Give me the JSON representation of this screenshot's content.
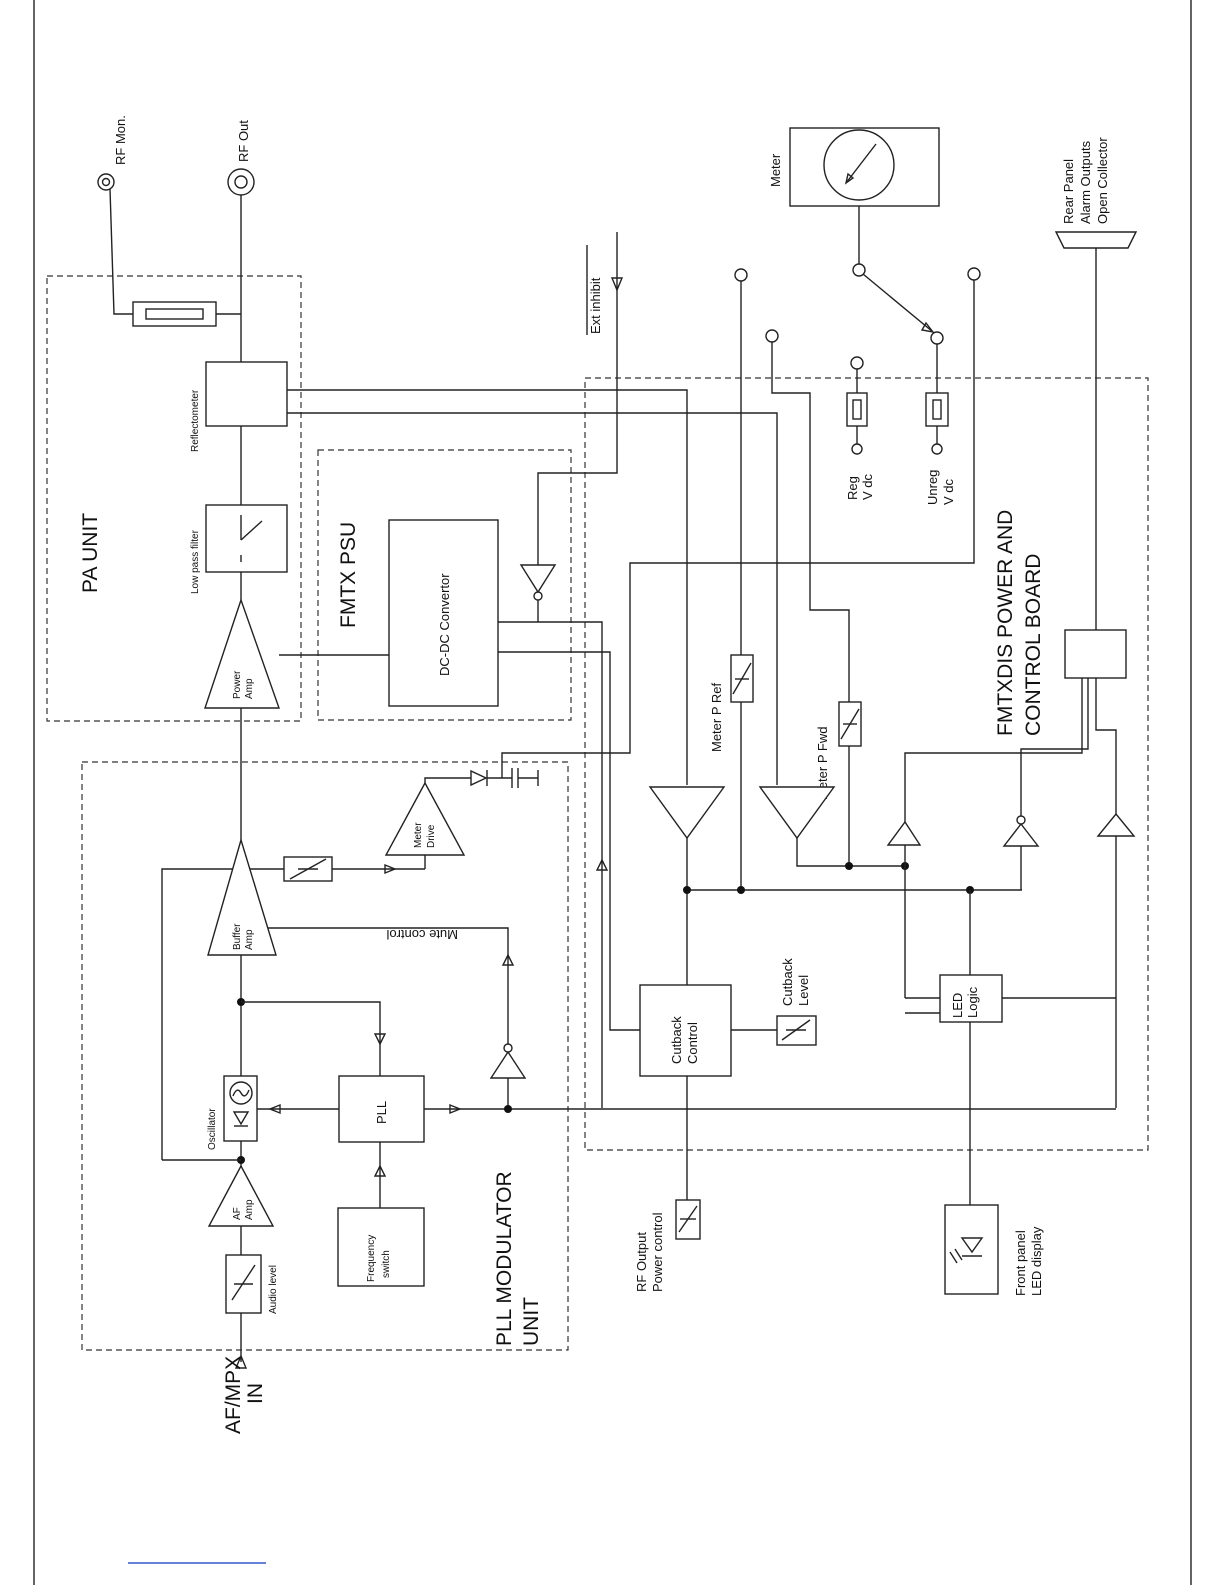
{
  "units": {
    "pa": "PA UNIT",
    "psu": "FMTX PSU",
    "pll_line1": "PLL  MODULATOR",
    "pll_line2": "UNIT",
    "ctrl_line1": "FMTXDIS POWER AND",
    "ctrl_line2": "CONTROL BOARD"
  },
  "blocks": {
    "reflectometer": "Reflectometer",
    "low_pass_filter": "Low pass filter",
    "power_amp_1": "Power",
    "power_amp_2": "Amp",
    "dcdc": "DC-DC Convertor",
    "meter_drive_1": "Meter",
    "meter_drive_2": "Drive",
    "buffer_amp_1": "Buffer",
    "buffer_amp_2": "Amp",
    "oscillator": "Oscillator",
    "pll": "PLL",
    "af_amp_1": "AF",
    "af_amp_2": "Amp",
    "frequency_switch_1": "Frequency",
    "frequency_switch_2": "switch",
    "audio_level": "Audio level",
    "cutback_control_1": "Cutback",
    "cutback_control_2": "Control",
    "cutback_level_1": "Cutback",
    "cutback_level_2": "Level",
    "led_logic_1": "LED",
    "led_logic_2": "Logic",
    "meter": "Meter",
    "meter_p_ref": "Meter P Ref",
    "meter_p_fwd": "Meter P Fwd",
    "reg_vdc_1": "Reg",
    "reg_vdc_2": "V dc",
    "unreg_vdc_1": "Unreg",
    "unreg_vdc_2": "V dc",
    "rf_output_control_1": "RF Output",
    "rf_output_control_2": "Power control",
    "front_panel_1": "Front panel",
    "front_panel_2": "LED display",
    "rear_panel_1": "Rear Panel",
    "rear_panel_2": "Alarm Outputs",
    "rear_panel_3": "Open Collector"
  },
  "signals": {
    "rf_mon": "RF Mon.",
    "rf_out": "RF Out",
    "ext_inhibit": "Ext inhibit",
    "mute_control": "Mute control",
    "af_mpx_1": "AF/MPX",
    "af_mpx_2": "IN"
  }
}
